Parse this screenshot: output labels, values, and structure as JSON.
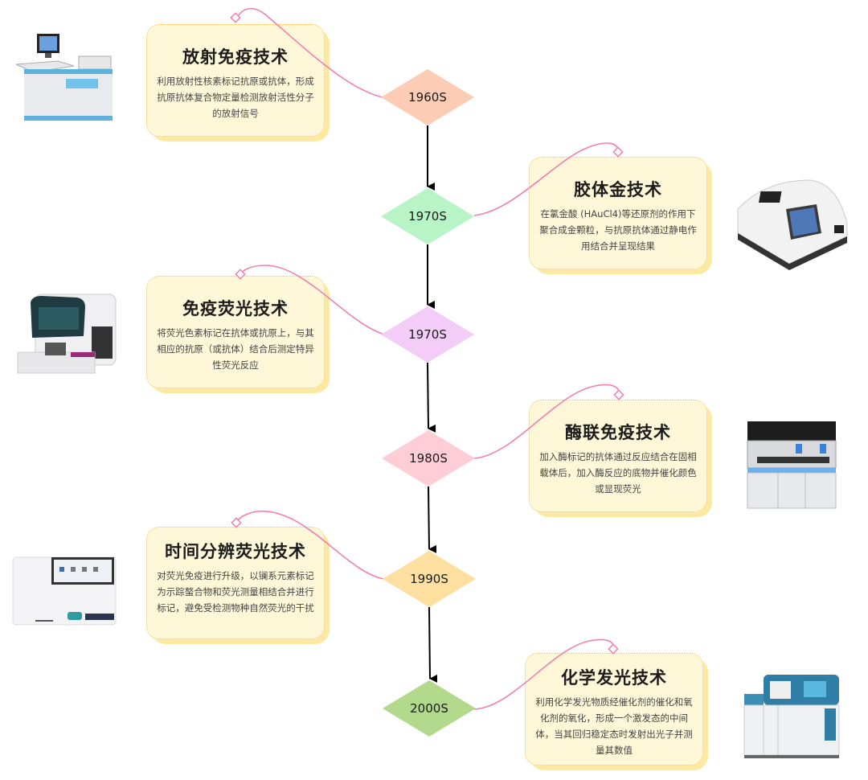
{
  "timeline": [
    {
      "era": "1960S",
      "color": "#fccdb4",
      "side": "left",
      "title": "放射免疫技术",
      "description": "利用放射性核素标记抗原或抗体，形成抗原抗体复合物定量检测放射活性分子的放射信号",
      "device_icon": "radioimmunoassay-analyzer-icon"
    },
    {
      "era": "1970S",
      "color": "#b9f4c6",
      "side": "right",
      "title": "胶体金技术",
      "description": "在氯金酸 (HAuCl4)等还原剂的作用下聚合成金颗粒，与抗原抗体通过静电作用结合并呈现结果",
      "device_icon": "colloidal-gold-reader-icon"
    },
    {
      "era": "1970S",
      "color": "#f3cdf7",
      "side": "left",
      "title": "免疫荧光技术",
      "description": "将荧光色素标记在抗体或抗原上，与其相应的抗原（或抗体）结合后测定特异性荧光反应",
      "device_icon": "immunofluorescence-analyzer-icon"
    },
    {
      "era": "1980S",
      "color": "#ffcdd6",
      "side": "right",
      "title": "酶联免疫技术",
      "description": "加入酶标记的抗体通过反应结合在固相载体后，加入酶反应的底物并催化颜色或显现荧光",
      "device_icon": "elisa-workstation-icon"
    },
    {
      "era": "1990S",
      "color": "#fde0a0",
      "side": "left",
      "title": "时间分辨荧光技术",
      "description": "对荧光免疫进行升级，以镧系元素标记为示踪螯合物和荧光测量相结合并进行标记，避免受检测物种自然荧光的干扰",
      "device_icon": "time-resolved-fluorescence-analyzer-icon"
    },
    {
      "era": "2000S",
      "color": "#b2d98c",
      "side": "right",
      "title": "化学发光技术",
      "description": "利用化学发光物质经催化剂的催化和氧化剂的氧化，形成一个激发态的中间体，当其回归稳定态时发射出光子并测量其数值",
      "device_icon": "chemiluminescence-analyzer-icon"
    }
  ],
  "colors": {
    "card_fill": "#fff8d8",
    "card_shadow": "#fde9a2",
    "card_border": "#f5c46a",
    "connector": "#f27fb0",
    "arrow": "#000000"
  }
}
